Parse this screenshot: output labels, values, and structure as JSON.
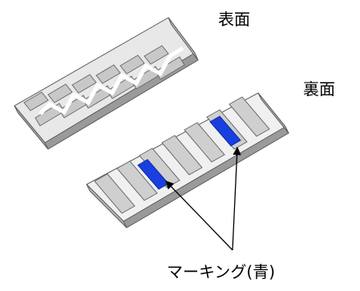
{
  "labels": {
    "front": "表面",
    "back": "裏面",
    "marking": "マーキング(青)"
  },
  "colors": {
    "body_light": "#f4f4f4",
    "body_mid": "#c9c9c9",
    "body_dark": "#9a9a9a",
    "outline": "#5a5a5a",
    "marking": "#1a3fe0",
    "arrow": "#000000"
  },
  "icons": [
    "arrow-icon"
  ]
}
